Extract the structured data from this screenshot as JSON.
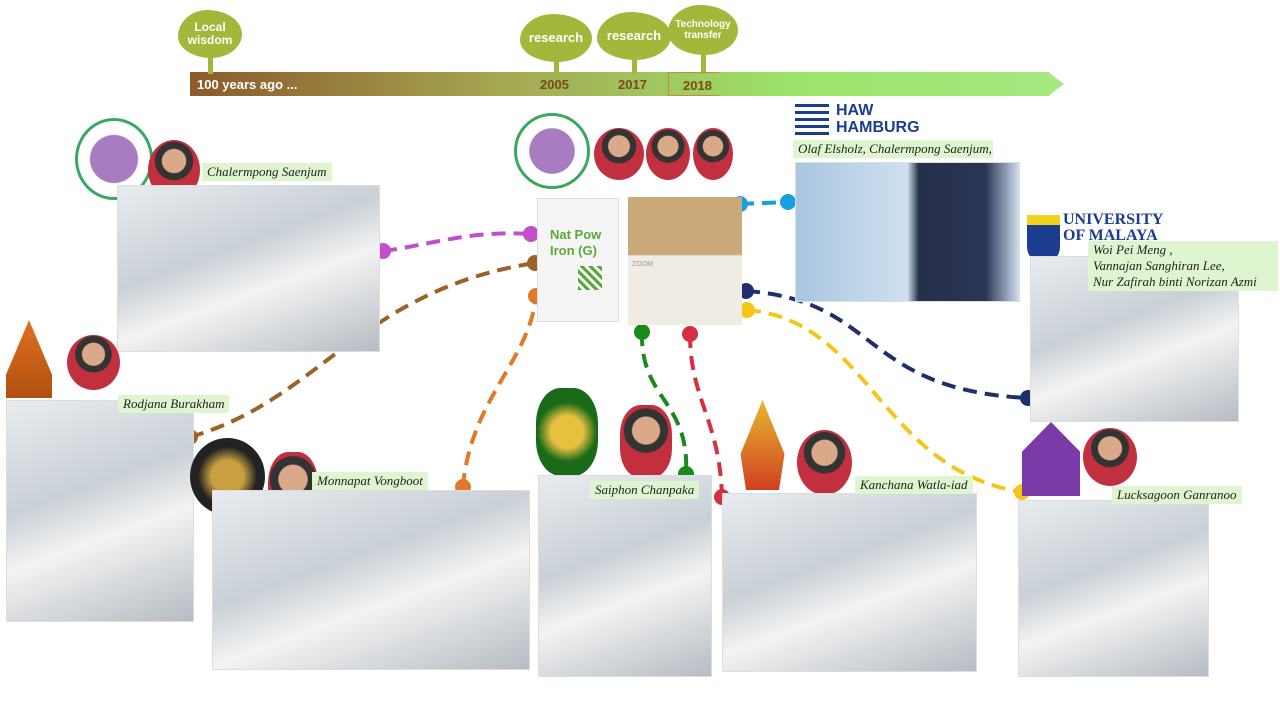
{
  "timeline": {
    "start_label": "100 years ago ...",
    "milestones": [
      {
        "tree": "Local wisdom",
        "year": ""
      },
      {
        "tree": "research",
        "year": "2005"
      },
      {
        "tree": "research",
        "year": "2017"
      },
      {
        "tree": "Technology transfer",
        "year": "2018"
      }
    ]
  },
  "product": {
    "name": "Nat Pow Iron (G)",
    "zoom_tag": "ZOOM"
  },
  "partners": {
    "haw": {
      "logo_line1": "HAW",
      "logo_line2": "HAMBURG",
      "people": "Olaf Elsholz, Chalermpong Saenjum,"
    },
    "malaya": {
      "logo_line1": "UNIVERSITY",
      "logo_line2": "OF MALAYA",
      "people": [
        "Woi Pei Meng ,",
        "Vannajan Sanghiran Lee,",
        "Nur Zafirah binti Norizan Azmi"
      ]
    },
    "chalermpong": "Chalermpong Saenjum",
    "rodjana": "Rodjana Burakham",
    "monnapat": "Monnapat Vongboot",
    "saiphon": "Saiphon Chanpaka",
    "kanchana": "Kanchana Watla-iad",
    "lucksagoon": "Lucksagoon Ganranoo"
  },
  "colors": {
    "magenta": "#c04fc9",
    "brown": "#9a6228",
    "orange": "#e07a2a",
    "green": "#1a8a1a",
    "red": "#d43040",
    "cyan": "#17a0e0",
    "navy": "#1f2f6b",
    "yellow": "#f5c518"
  }
}
